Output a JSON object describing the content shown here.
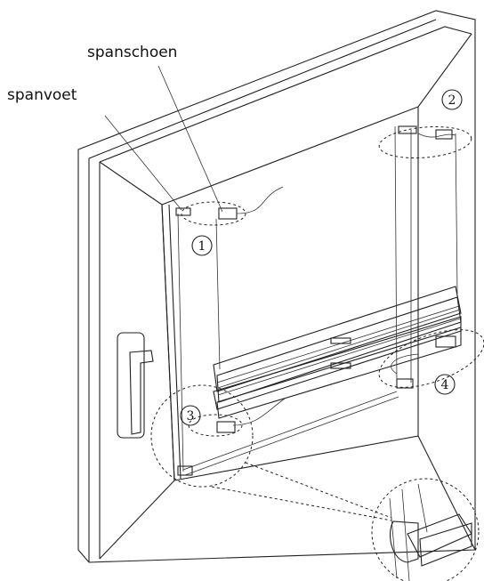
{
  "labels": {
    "spanschoen": "spanschoen",
    "spanvoet": "spanvoet"
  },
  "steps": [
    "1",
    "2",
    "3",
    "4"
  ],
  "colors": {
    "line": "#222222",
    "frame_fill": "#ffffff",
    "pleat_fill": "#555555"
  }
}
